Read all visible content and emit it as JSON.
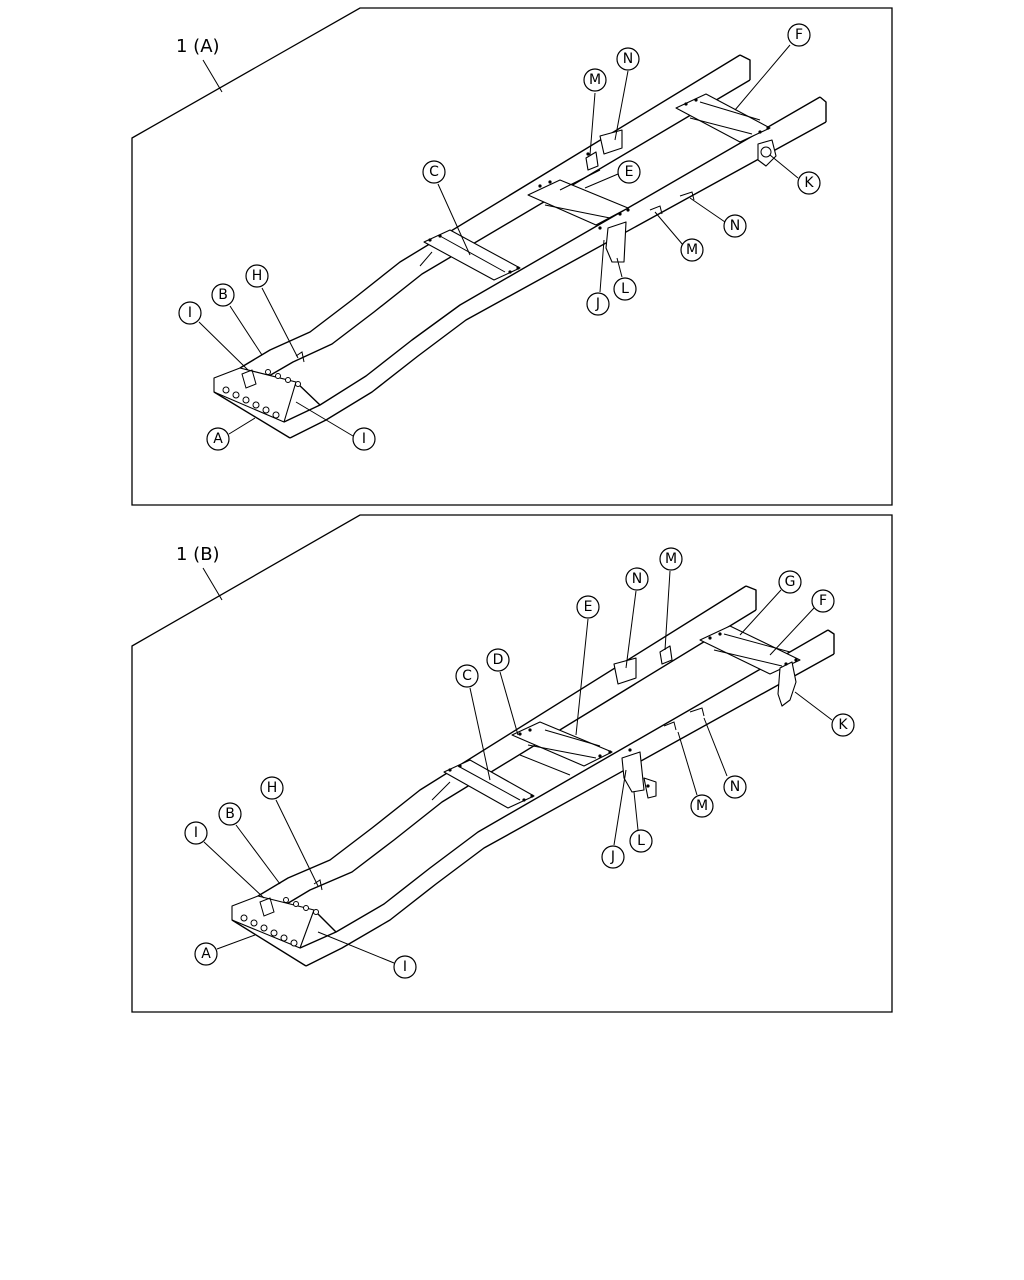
{
  "panels": [
    {
      "label": "1 (A)",
      "callouts": [
        "M",
        "N",
        "F",
        "K",
        "N",
        "M",
        "E",
        "C",
        "J",
        "L",
        "H",
        "B",
        "I",
        "I",
        "A"
      ]
    },
    {
      "label": "1 (B)",
      "callouts": [
        "M",
        "N",
        "G",
        "F",
        "E",
        "D",
        "C",
        "K",
        "N",
        "M",
        "J",
        "L",
        "H",
        "B",
        "I",
        "A",
        "I"
      ]
    }
  ]
}
